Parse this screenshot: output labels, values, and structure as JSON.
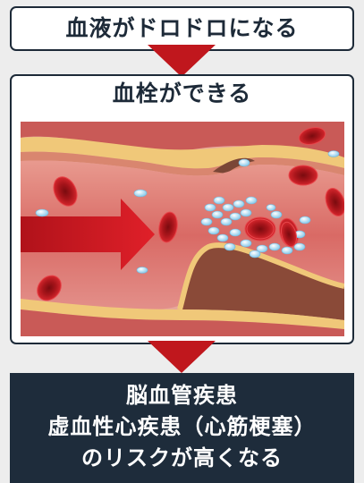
{
  "steps": [
    {
      "title": "血液がドロドロになる"
    },
    {
      "title": "血栓ができる"
    }
  ],
  "result": {
    "lines": [
      "脳血管疾患",
      "虚血性心疾患（心筋梗塞）",
      "のリスクが高くなる"
    ]
  },
  "colors": {
    "arrow": "#c0171d",
    "result_background": "#1e2c3b",
    "blood_cell": "#c81e24",
    "vessel_wall": "#f0c879",
    "platelet": "#a8dcf2"
  }
}
